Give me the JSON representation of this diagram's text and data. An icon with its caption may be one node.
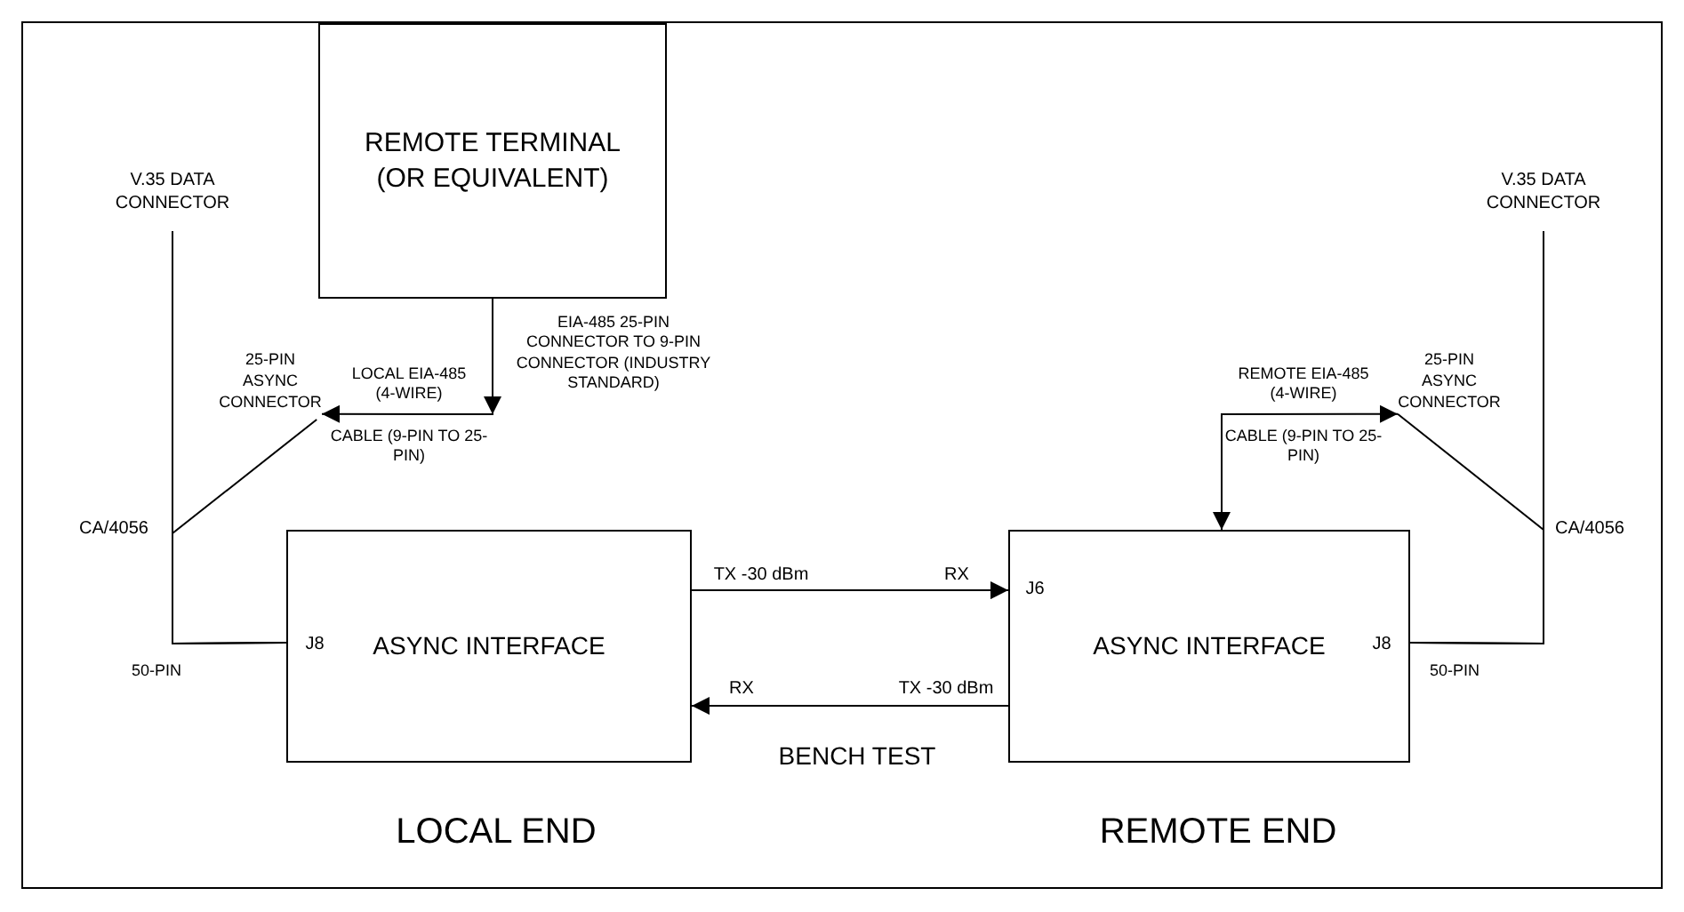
{
  "diagram": {
    "nodes": [
      {
        "text": [
          "REMOTE TERMINAL (OR EQUIVALENT)"
        ]
      },
      {
        "text": [
          "V.35 DATA CONNECTOR"
        ]
      },
      {
        "text": [
          "25-PIN ASYNC CONNECTOR"
        ]
      },
      {
        "text": [
          "ASYNC INTERFACE"
        ]
      },
      {
        "text": [
          "ASYNC INTERFACE"
        ]
      },
      {
        "text": [
          "25-PIN ASYNC CONNECTOR"
        ]
      },
      {
        "text": [
          "V.35 DATA CONNECTOR"
        ]
      }
    ],
    "edges": [
      {
        "from": 0,
        "to": 2,
        "arrow": "to"
      },
      {
        "from": 4,
        "to": 5,
        "arrow": "both"
      },
      {
        "from": 1,
        "to": 3,
        "arrow": "none"
      },
      {
        "from": 2,
        "to": 3,
        "arrow": "none"
      },
      {
        "from": 6,
        "to": 4,
        "arrow": "none"
      },
      {
        "from": 5,
        "to": 4,
        "arrow": "none"
      },
      {
        "from": 3,
        "to": 4,
        "arrow": "to"
      },
      {
        "from": 4,
        "to": 3,
        "arrow": "to"
      }
    ],
    "labels": [
      "EIA-485 25-PIN CONNECTOR TO 9-PIN CONNECTOR (INDUSTRY STANDARD)",
      "LOCAL EIA-485 (4-WIRE)",
      "REMOTE EIA-485 (4-WIRE)",
      "CABLE (9-PIN TO 25-PIN)",
      "CABLE (9-PIN TO 25-PIN)",
      "CA/4056",
      "CA/4056",
      "TX -30 dBm",
      "RX",
      "J6",
      "J8",
      "J8",
      "50-PIN",
      "50-PIN",
      "RX",
      "TX -30 dBm",
      "BENCH TEST",
      "LOCAL END",
      "REMOTE END"
    ]
  }
}
